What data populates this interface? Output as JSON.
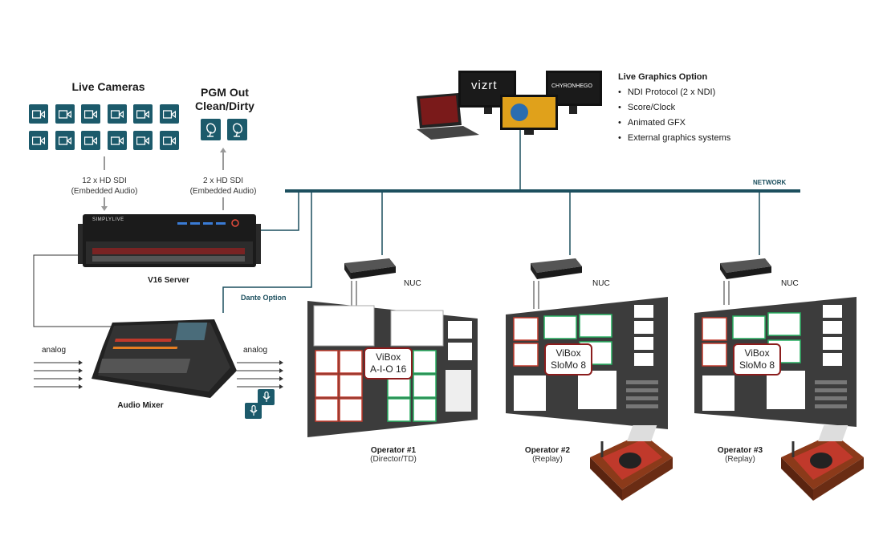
{
  "live_cameras": {
    "title": "Live Cameras",
    "sdi": "12 x HD SDI",
    "audio": "(Embedded Audio)"
  },
  "pgm_out": {
    "title_line1": "PGM Out",
    "title_line2": "Clean/Dirty",
    "sdi": "2 x HD SDI",
    "audio": "(Embedded Audio)"
  },
  "server": {
    "label": "V16 Server",
    "brand": "SIMPLYLIVE"
  },
  "mixer": {
    "label": "Audio Mixer",
    "analog_in": "analog",
    "analog_out": "analog"
  },
  "dante": "Dante Option",
  "network": "NETWORK",
  "graphics": {
    "title": "Live Graphics Option",
    "items": [
      "NDI Protocol (2 x NDI)",
      "Score/Clock",
      "Animated GFX",
      "External graphics systems"
    ],
    "vizrt": "vizrt",
    "chyron": "CHYRONHEGO"
  },
  "nuc": "NUC",
  "operators": [
    {
      "box_line1": "ViBox",
      "box_line2": "A-I-O 16",
      "name": "Operator #1",
      "role": "(Director/TD)"
    },
    {
      "box_line1": "ViBox",
      "box_line2": "SloMo 8",
      "name": "Operator #2",
      "role": "(Replay)"
    },
    {
      "box_line1": "ViBox",
      "box_line2": "SloMo 8",
      "name": "Operator #3",
      "role": "(Replay)"
    }
  ],
  "colors": {
    "teal": "#1c5a6b",
    "accent_red": "#c0392b",
    "network_line": "#1c4f5e"
  }
}
